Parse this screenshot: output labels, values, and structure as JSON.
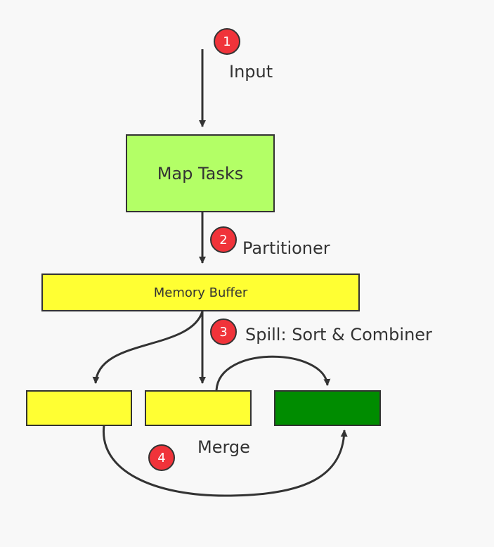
{
  "diagram": {
    "nodes": {
      "map_tasks": {
        "label": "Map Tasks",
        "color": "#b3ff66"
      },
      "memory_buffer": {
        "label": "Memory Buffer",
        "color": "#ffff33"
      },
      "spill_file_1": {
        "label": "",
        "color": "#ffff33"
      },
      "spill_file_2": {
        "label": "",
        "color": "#ffff33"
      },
      "merged_output": {
        "label": "",
        "color": "#008c00"
      }
    },
    "steps": [
      {
        "number": "1",
        "label": "Input"
      },
      {
        "number": "2",
        "label": "Partitioner"
      },
      {
        "number": "3",
        "label": "Spill: Sort & Combiner"
      },
      {
        "number": "4",
        "label": "Merge"
      }
    ],
    "colors": {
      "badge": "#f0333a",
      "stroke": "#333333",
      "background": "#f8f8f8"
    }
  }
}
